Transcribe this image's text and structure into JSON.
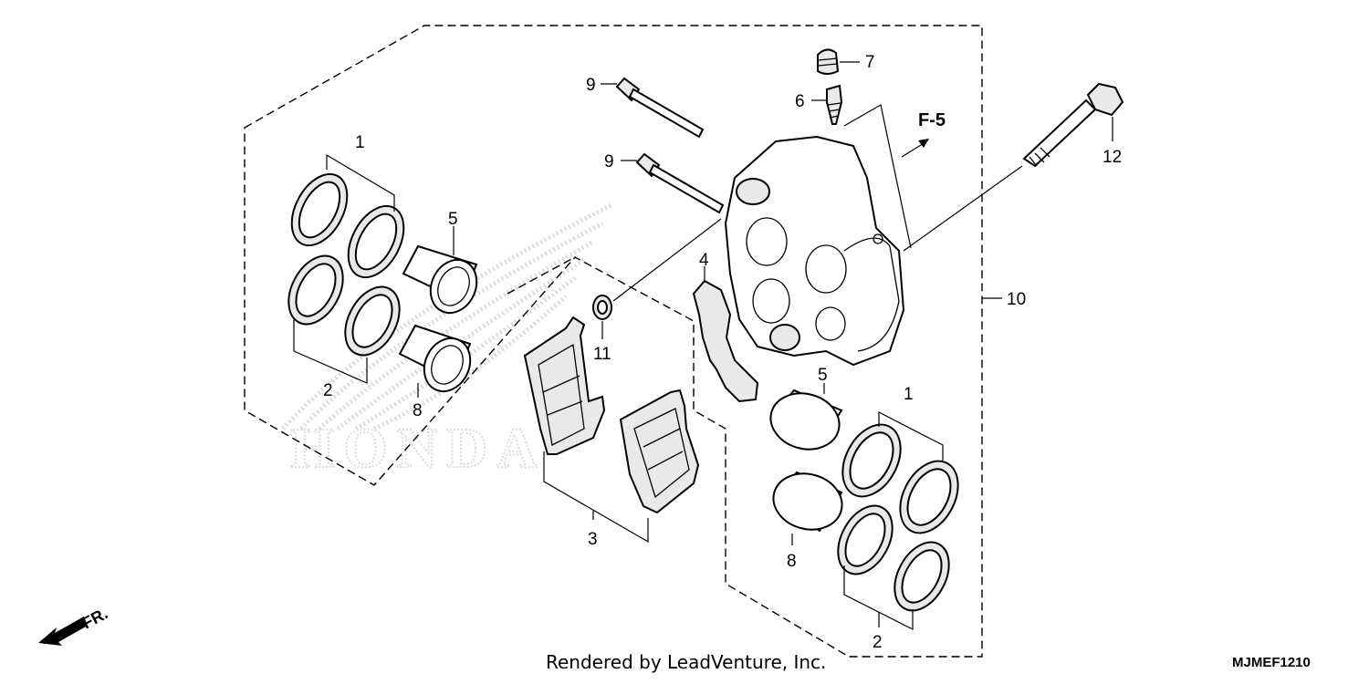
{
  "watermark": {
    "text": "HONDA"
  },
  "callouts": {
    "c1_left": "1",
    "c2_left": "2",
    "c3": "3",
    "c4": "4",
    "c5_left": "5",
    "c5_right": "5",
    "c6": "6",
    "c7": "7",
    "c8_left": "8",
    "c8_right": "8",
    "c9_top": "9",
    "c9_mid": "9",
    "c10": "10",
    "c11": "11",
    "c12": "12",
    "c1_right": "1",
    "c2_right": "2"
  },
  "reference": {
    "label": "F-5"
  },
  "direction": {
    "label": "FR."
  },
  "footer": {
    "credit": "Rendered by LeadVenture, Inc.",
    "diagram_code": "MJMEF1210"
  }
}
